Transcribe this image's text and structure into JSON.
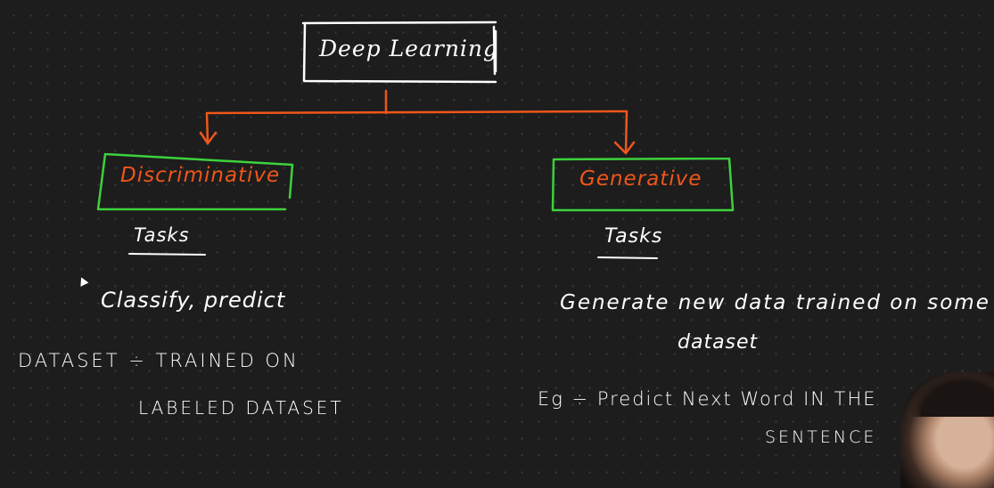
{
  "root": {
    "label": "Deep Learning"
  },
  "branches": {
    "discriminative": {
      "label": "Discriminative",
      "tasks_label": "Tasks",
      "example": "Classify, predict",
      "dataset_line1": "DATASET ÷ TRAINED ON",
      "dataset_line2": "LABELED DATASET"
    },
    "generative": {
      "label": "Generative",
      "tasks_label": "Tasks",
      "description_line1": "Generate new data trained on some",
      "description_line2": "dataset",
      "example_line1": "Eg ÷ Predict Next Word IN THE",
      "example_line2": "SENTENCE"
    }
  },
  "colors": {
    "background": "#1d1d1d",
    "ink": "#ffffff",
    "arrow": "#f0561a",
    "branch_label": "#f0561a",
    "branch_box": "#3cd23c"
  },
  "overlay": {
    "webcam": "presenter-webcam"
  }
}
